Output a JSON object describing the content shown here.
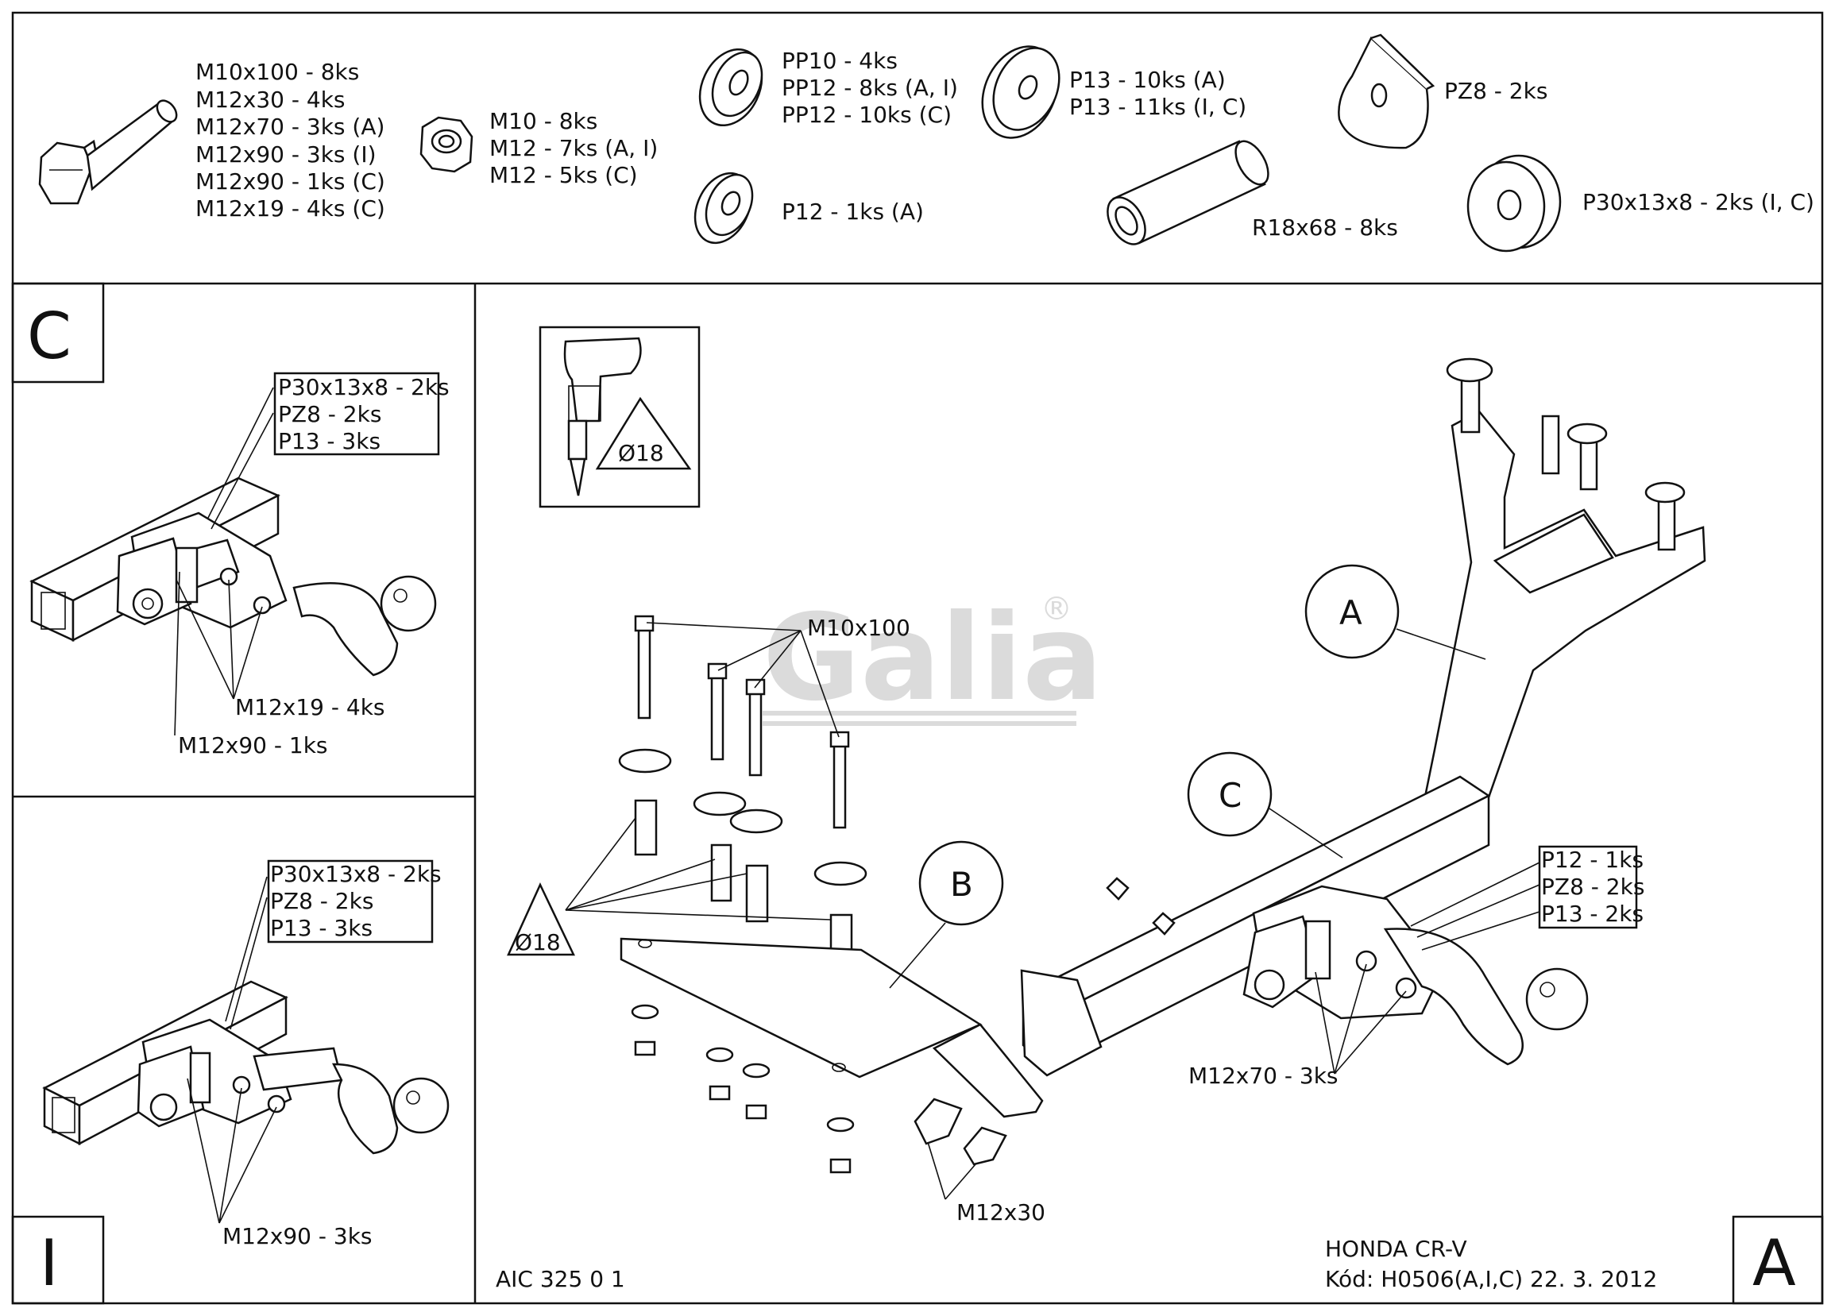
{
  "parts": {
    "bolts": [
      "M10x100 - 8ks",
      "M12x30 - 4ks",
      "M12x70 - 3ks (A)",
      "M12x90 - 3ks (I)",
      "M12x90 - 1ks (C)",
      "M12x19 - 4ks (C)"
    ],
    "nuts": [
      "M10 - 8ks",
      "M12 - 7ks (A, I)",
      "M12 - 5ks (C)"
    ],
    "pp_washers": [
      "PP10 - 4ks",
      "PP12 - 8ks (A, I)",
      "PP12 - 10ks (C)"
    ],
    "p12_washer": "P12 - 1ks (A)",
    "p13_washers": [
      "P13 - 10ks (A)",
      "P13 - 11ks (I, C)"
    ],
    "spacer": "R18x68 - 8ks",
    "pz8": "PZ8 - 2ks",
    "p30": "P30x13x8 - 2ks (I, C)"
  },
  "panel_c": {
    "letter": "C",
    "box_lines": [
      "P30x13x8 - 2ks",
      "PZ8 - 2ks",
      "P13 - 3ks"
    ],
    "label_bolt_19": "M12x19 - 4ks",
    "label_bolt_90": "M12x90 - 1ks"
  },
  "panel_i": {
    "letter": "I",
    "box_lines": [
      "P30x13x8 - 2ks",
      "PZ8 - 2ks",
      "P13 - 3ks"
    ],
    "label_bolt_90": "M12x90 - 3ks"
  },
  "main": {
    "drill_label": "Ø18",
    "drill_label_2": "Ø18",
    "brand": "Galia",
    "brand_mark": "®",
    "label_m10x100": "M10x100",
    "label_m12x30": "M12x30",
    "label_m12x70": "M12x70 - 3ks",
    "callout_a": "A",
    "callout_b": "B",
    "callout_c": "C",
    "box_a_lines": [
      "P12 - 1ks",
      "PZ8 - 2ks",
      "P13 - 2ks"
    ],
    "code_left": "AIC 325 0 1",
    "vehicle": "HONDA CR-V",
    "code_line": "Kód: H0506(A,I,C)  22. 3. 2012",
    "corner_letter": "A"
  }
}
